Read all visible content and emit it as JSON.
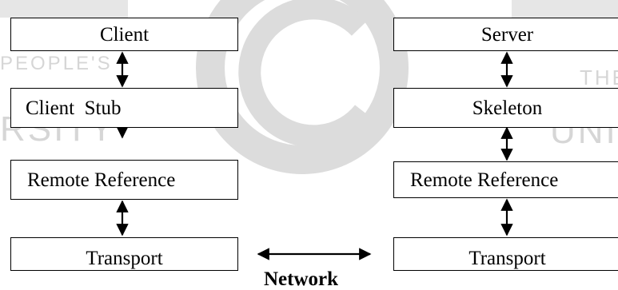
{
  "client_stack": {
    "client": "Client",
    "stub": "Client  Stub",
    "remote_reference": "Remote Reference",
    "transport": "Transport"
  },
  "server_stack": {
    "server": "Server",
    "skeleton": "Skeleton",
    "remote_reference": "Remote Reference",
    "transport": "Transport"
  },
  "network": {
    "label": "Network"
  },
  "watermark": {
    "left_top": "PEOPLE'S",
    "left_mid": "RSITY",
    "right_top": "THE",
    "right_mid": "UNI"
  },
  "colors": {
    "watermark": "#d6d6d6",
    "stroke": "#000000"
  }
}
